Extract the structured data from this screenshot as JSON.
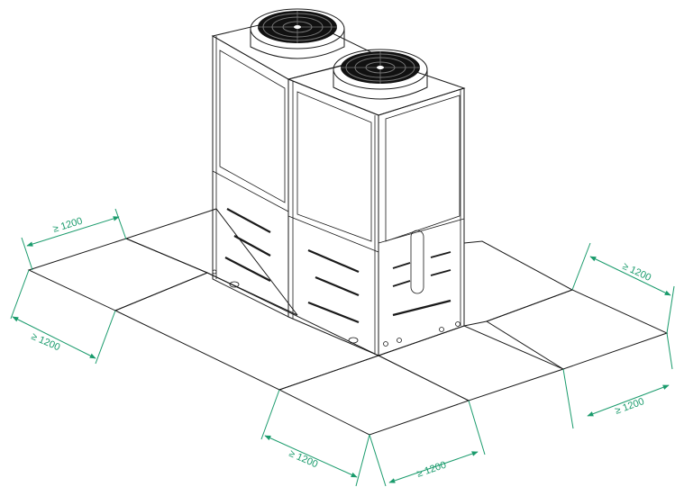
{
  "colors": {
    "dimension": "#1a9b6c",
    "line": "#1a1a1a",
    "background": "#ffffff"
  },
  "icons": [
    "fan-icon",
    "hatch-pattern"
  ],
  "dimensions": [
    {
      "id": "top-left",
      "label": "≥ 1200"
    },
    {
      "id": "left",
      "label": "≥ 1200"
    },
    {
      "id": "top-right",
      "label": "≥ 1200"
    },
    {
      "id": "right",
      "label": "≥ 1200"
    },
    {
      "id": "front-left",
      "label": "≥ 1200"
    },
    {
      "id": "front-right",
      "label": "≥ 1200"
    }
  ]
}
